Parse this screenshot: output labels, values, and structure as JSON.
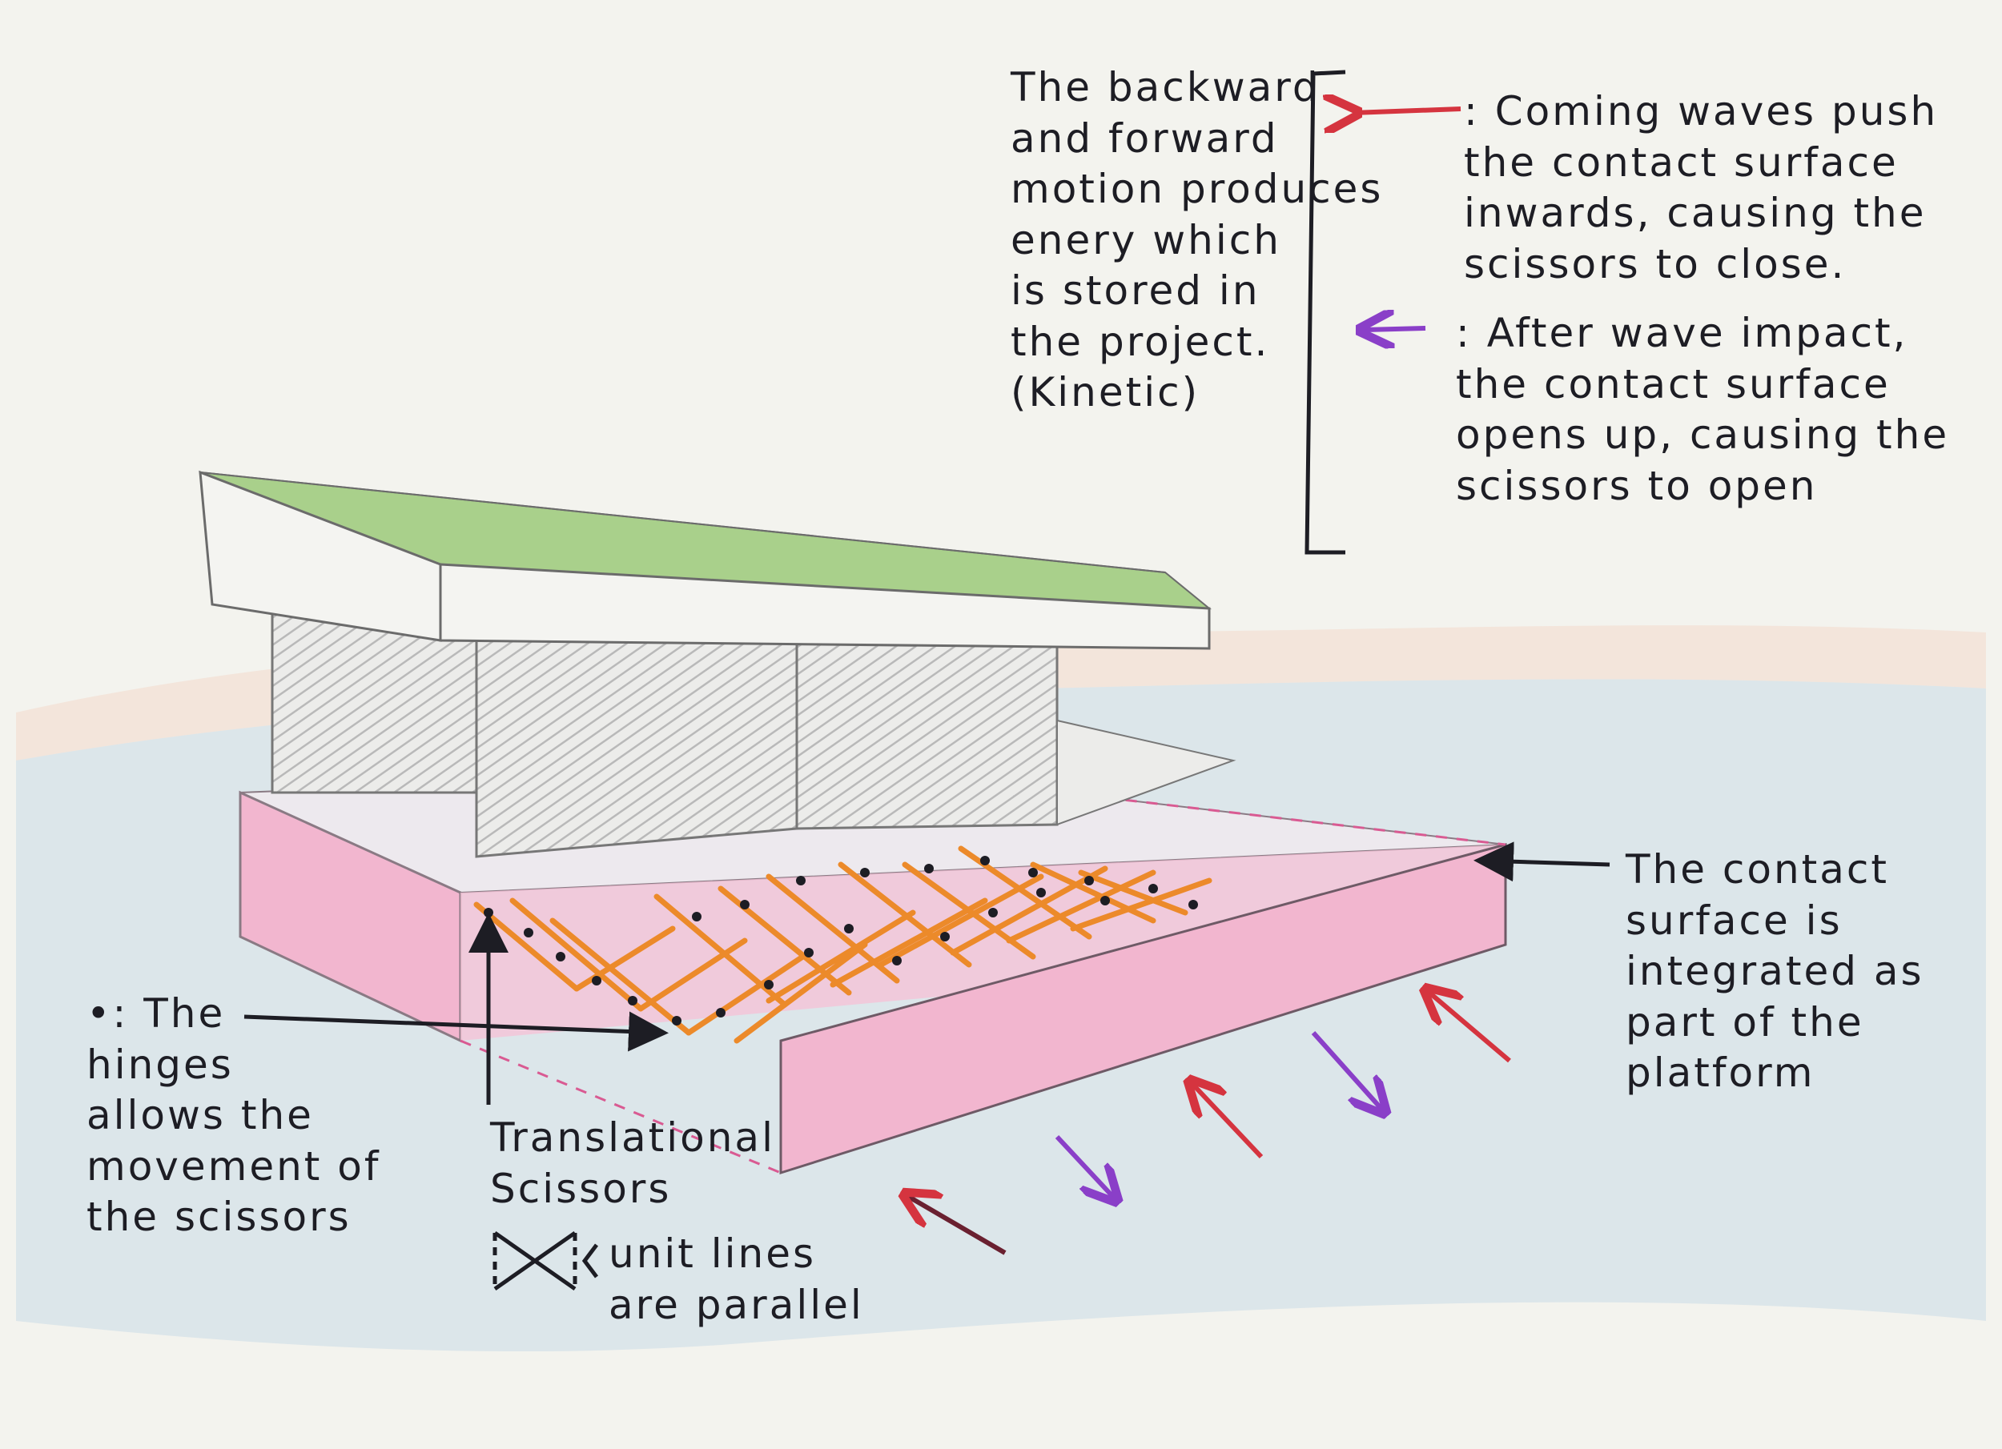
{
  "annotations": {
    "kinetic_note": "The backward\nand forward\nmotion produces\nenery which\nis stored in\nthe project.\n(Kinetic)",
    "red_arrow_note": ": Coming waves push\nthe contact surface\ninwards, causing the\nscissors to close.",
    "purple_arrow_note": ": After wave impact,\nthe contact surface\nopens up, causing the\nscissors to open",
    "contact_surface_note": "The contact\nsurface is\nintegrated as\npart of the\nplatform",
    "hinges_note": "•: The\nhinges\nallows the\nmovement of\nthe scissors",
    "scissors_label": "Translational\nScissors",
    "unit_lines_note": "unit lines\nare parallel"
  },
  "colors": {
    "paper": "#f3f3ee",
    "ink": "#1d1d24",
    "roof_green": "#a9d08b",
    "platform_pink": "#f2b6cf",
    "water_blue": "#c8dbe8",
    "scissor_orange": "#ec8a2a",
    "wave_in_red": "#d5343f",
    "wave_out_purple": "#8a3fc8"
  },
  "icons": {
    "incoming_wave_arrow": "red-arrow-icon",
    "outgoing_wave_arrow": "purple-arrow-icon",
    "hinge_dot": "hinge-dot-icon",
    "scissor_unit": "scissor-unit-icon"
  }
}
